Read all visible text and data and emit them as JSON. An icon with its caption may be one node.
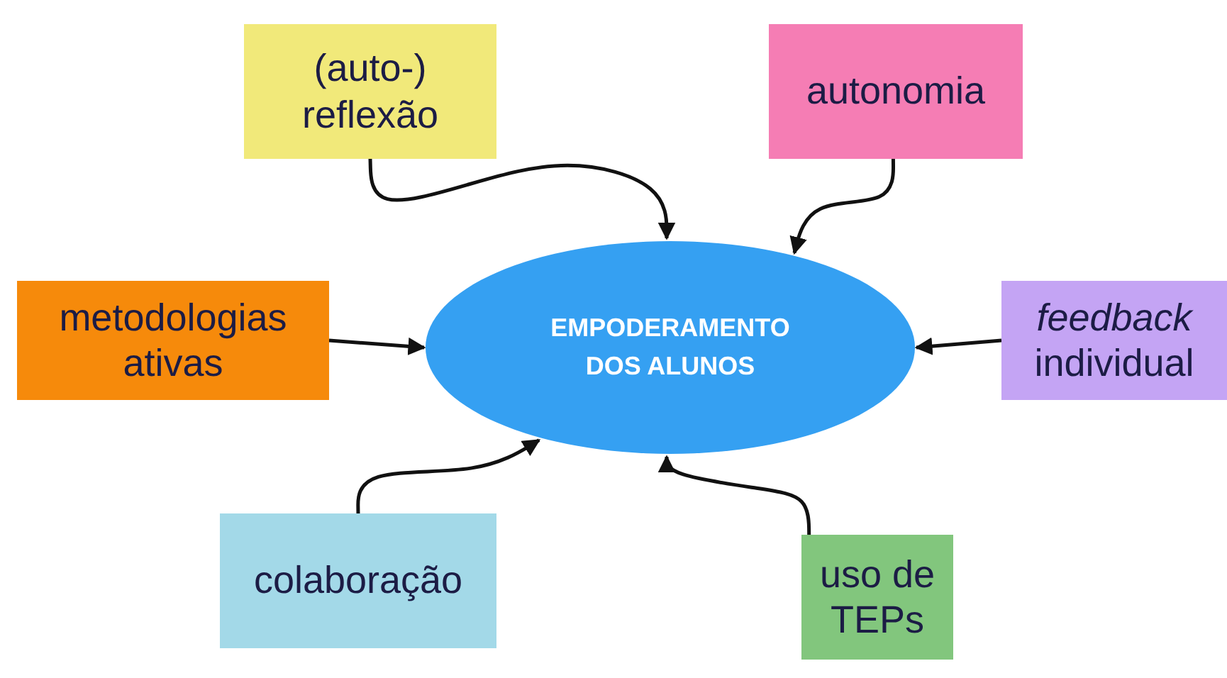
{
  "diagram": {
    "nodes": [
      {
        "text": [
          "EMPODERAMENTO DOS ALUNOS"
        ]
      },
      {
        "text": [
          "(auto-) reflexão"
        ]
      },
      {
        "text": [
          "autonomia"
        ]
      },
      {
        "text": [
          "metodologias ativas"
        ]
      },
      {
        "text": [
          "*feedback* individual"
        ]
      },
      {
        "text": [
          "colaboração"
        ]
      },
      {
        "text": [
          "uso de TEPs"
        ]
      }
    ],
    "edges": [
      {
        "from": 1,
        "to": 0,
        "arrow": "to"
      },
      {
        "from": 2,
        "to": 0,
        "arrow": "to"
      },
      {
        "from": 3,
        "to": 0,
        "arrow": "to"
      },
      {
        "from": 4,
        "to": 0,
        "arrow": "to"
      },
      {
        "from": 5,
        "to": 0,
        "arrow": "to"
      },
      {
        "from": 6,
        "to": 0,
        "arrow": "to"
      }
    ]
  }
}
